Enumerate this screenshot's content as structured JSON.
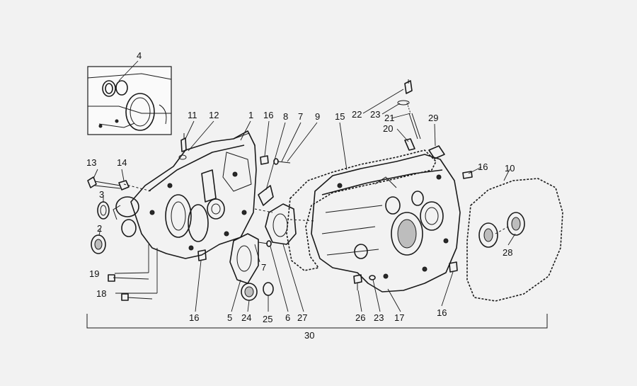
{
  "diagram": {
    "callouts": {
      "c1": "1",
      "c2": "2",
      "c3": "3",
      "c4": "4",
      "c5": "5",
      "c6": "6",
      "c7a": "7",
      "c7b": "7",
      "c8": "8",
      "c9": "9",
      "c10": "10",
      "c11": "11",
      "c12": "12",
      "c13": "13",
      "c14": "14",
      "c15": "15",
      "c16a": "16",
      "c16b": "16",
      "c16c": "16",
      "c16d": "16",
      "c17": "17",
      "c18": "18",
      "c19": "19",
      "c20": "20",
      "c21": "21",
      "c22": "22",
      "c23a": "23",
      "c23b": "23",
      "c24": "24",
      "c25": "25",
      "c26": "26",
      "c27": "27",
      "c28": "28",
      "c29": "29",
      "c30": "30"
    }
  }
}
